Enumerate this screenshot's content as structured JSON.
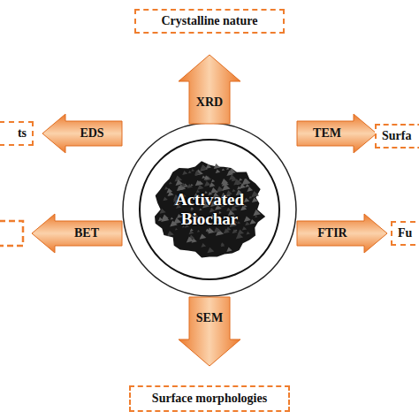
{
  "diagram": {
    "nodes": [
      {
        "text": [
          "Crystalline nature"
        ]
      },
      {
        "text": [
          "XRD"
        ]
      },
      {
        "text": [
          "EDS"
        ]
      },
      {
        "text": [
          "ts"
        ]
      },
      {
        "text": [
          "TEM"
        ]
      },
      {
        "text": [
          "Surfa"
        ]
      },
      {
        "text": [
          "Activated Biochar"
        ]
      },
      {
        "text": [
          "BET"
        ]
      },
      {
        "text": [
          "FTIR"
        ]
      },
      {
        "text": [
          "Fu"
        ]
      },
      {
        "text": [
          "SEM"
        ]
      },
      {
        "text": [
          "Surface morphologies"
        ]
      }
    ]
  }
}
